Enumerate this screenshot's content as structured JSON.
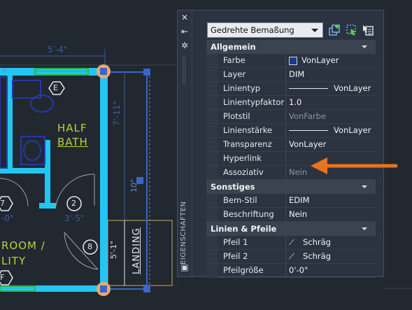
{
  "drawing": {
    "dimension_top": "5'-4\"",
    "dimension_right": "7'-11\"",
    "dimension_lower": "3'-5\"",
    "dimension_left_lower": "-0\"",
    "dimension_middle": "5'-1\"",
    "dimension_right_small": "10\"",
    "room_half_bath": [
      "HALF",
      "BATH"
    ],
    "room_lower": [
      "ROOM /",
      "LITY"
    ],
    "landing": "LANDING",
    "tags": {
      "e": "E",
      "two": "2",
      "seven": "7",
      "eight": "8",
      "f": "F",
      "ef": "F"
    },
    "colors": {
      "wall": "#22c6f2",
      "text": "#b7d43a",
      "dim": "#3e5a9e",
      "grip": "#f0a56a"
    }
  },
  "panel": {
    "vertical_title": "EIGENSCHAFTEN",
    "object_type": "Gedrehte Bemaßung",
    "toolbar_icons": [
      "toggle-pickadd-icon",
      "select-objects-icon",
      "quick-select-icon"
    ],
    "sections": [
      {
        "title": "Allgemein",
        "rows": [
          {
            "name": "Farbe",
            "value": "VonLayer",
            "kind": "swatch"
          },
          {
            "name": "Layer",
            "value": "DIM"
          },
          {
            "name": "Linientyp",
            "value": "VonLayer",
            "kind": "line"
          },
          {
            "name": "Linientypfaktor",
            "value": "1.0"
          },
          {
            "name": "Plotstil",
            "value": "VonFarbe",
            "kind": "dim"
          },
          {
            "name": "Linienstärke",
            "value": "VonLayer",
            "kind": "line"
          },
          {
            "name": "Transparenz",
            "value": "VonLayer"
          },
          {
            "name": "Hyperlink",
            "value": ""
          },
          {
            "name": "Assoziativ",
            "value": "Nein",
            "kind": "dim"
          }
        ]
      },
      {
        "title": "Sonstiges",
        "rows": [
          {
            "name": "Bem-Stil",
            "value": "EDIM"
          },
          {
            "name": "Beschriftung",
            "value": "Nein"
          }
        ]
      },
      {
        "title": "Linien & Pfeile",
        "rows": [
          {
            "name": "Pfeil 1",
            "value": "Schräg",
            "kind": "arrow"
          },
          {
            "name": "Pfeil 2",
            "value": "Schräg",
            "kind": "arrow"
          },
          {
            "name": "Pfeilgröße",
            "value": "0'-0\""
          }
        ]
      }
    ]
  },
  "annotation": {
    "arrow_color": "#e8731f"
  }
}
